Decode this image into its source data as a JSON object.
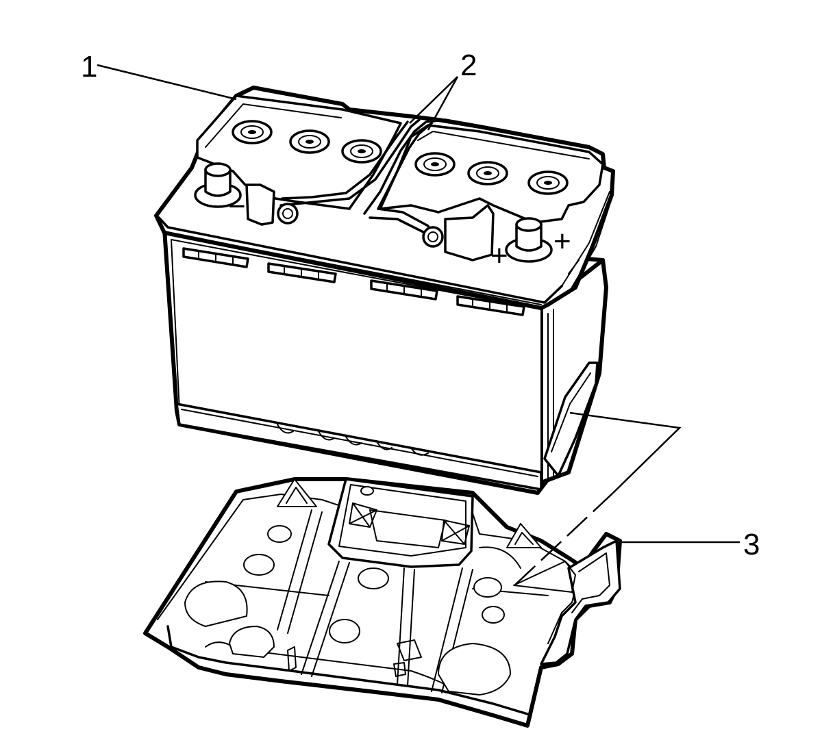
{
  "diagram": {
    "callouts": [
      {
        "label": "1",
        "part": "battery"
      },
      {
        "label": "2",
        "part": "battery-vent-covers"
      },
      {
        "label": "3",
        "part": "battery-tray"
      }
    ],
    "terminal_marks": {
      "negative": "−",
      "positive": "+"
    },
    "colors": {
      "line": "#000000",
      "background": "#ffffff"
    }
  }
}
